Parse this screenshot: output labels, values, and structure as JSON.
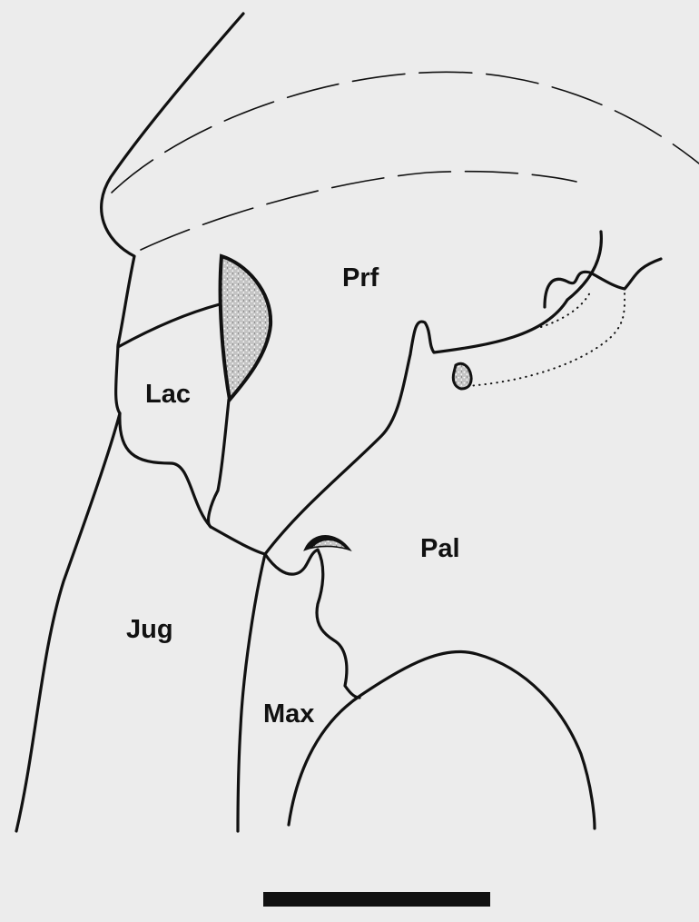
{
  "figure": {
    "labels": {
      "prefrontal": "Prf",
      "lacrimal": "Lac",
      "palatine": "Pal",
      "jugal": "Jug",
      "maxilla": "Max"
    },
    "colors": {
      "background": "#ececec",
      "line": "#111111",
      "stipple": "#c4c4c4"
    }
  }
}
